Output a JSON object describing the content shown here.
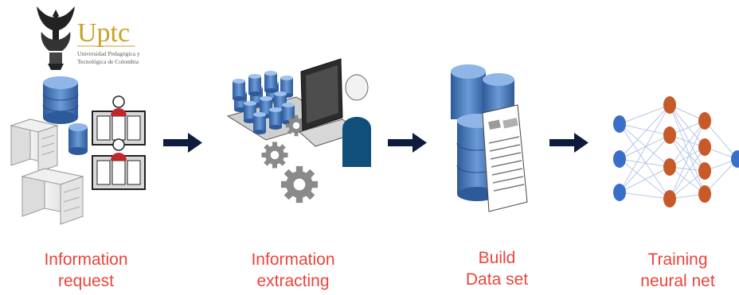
{
  "logo": {
    "name": "Uptc",
    "subtitle_line1": "Universidad Pedagógica y",
    "subtitle_line2": "Tecnológica de Colombia"
  },
  "steps": [
    {
      "line1": "Information",
      "line2": "request",
      "icon": "database-servers-users-icon"
    },
    {
      "line1": "Information",
      "line2": "extracting",
      "icon": "laptop-gears-user-icon"
    },
    {
      "line1": "Build",
      "line2": "Data set",
      "icon": "database-document-icon"
    },
    {
      "line1": "Training",
      "line2": "neural net",
      "icon": "neural-network-icon"
    }
  ],
  "colors": {
    "label": "#e8453c",
    "db_blue": "#3e6fb0",
    "neuron_blue": "#3a6fc9",
    "neuron_orange": "#c85a2a",
    "arrow": "#0d1c3d",
    "logo_gold": "#c9a227"
  }
}
